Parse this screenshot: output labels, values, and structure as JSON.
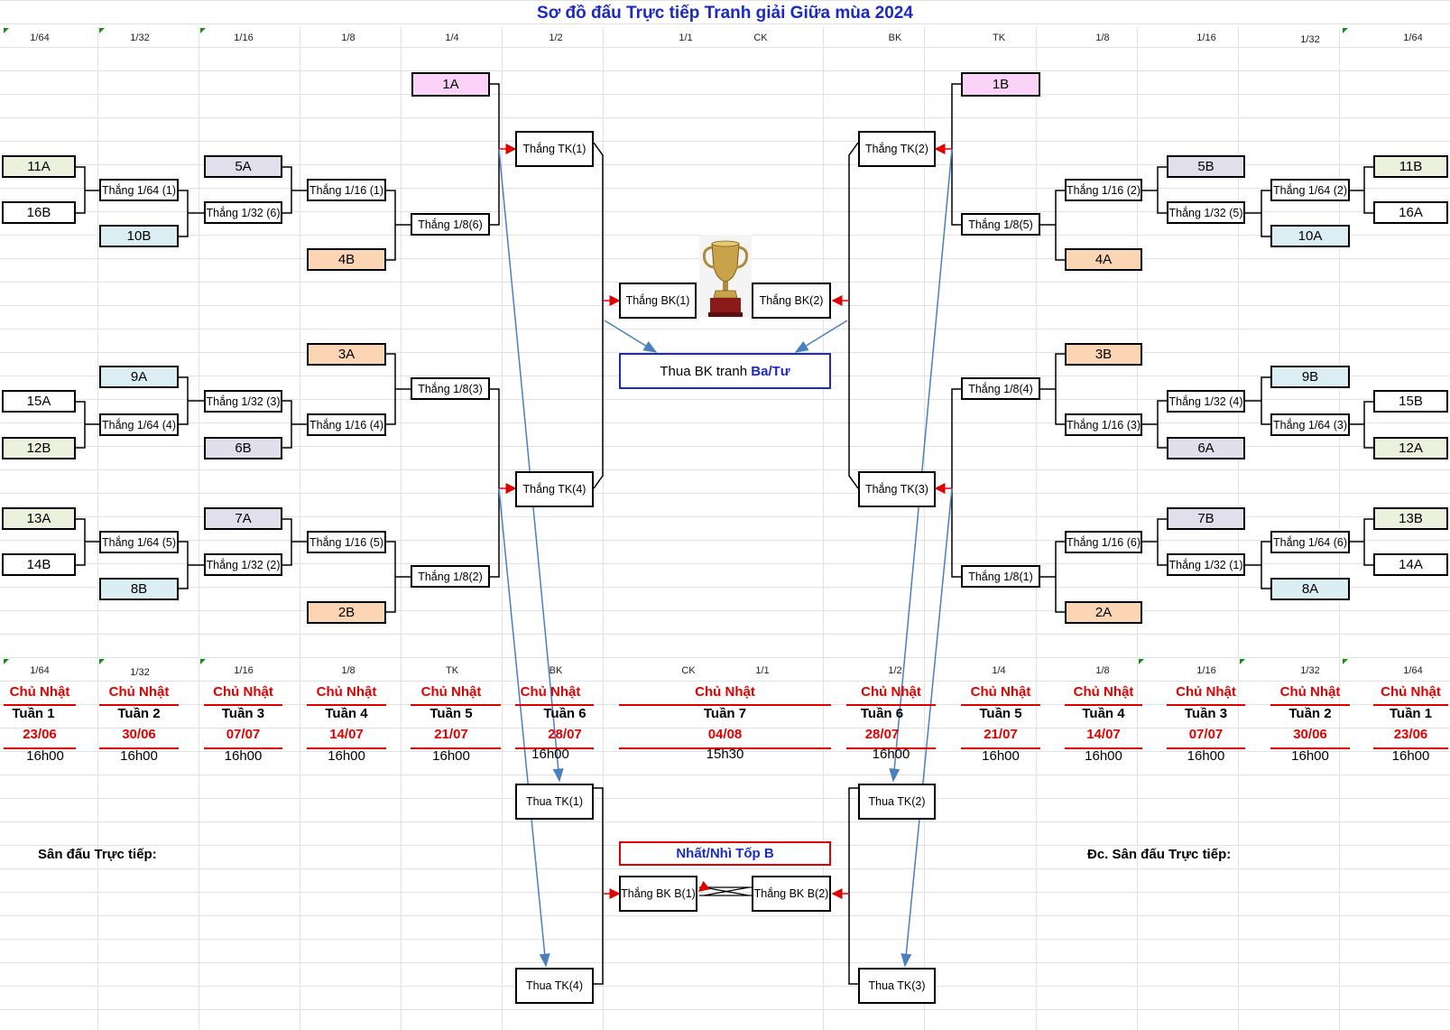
{
  "title": "Sơ đồ đấu Trực tiếp Tranh giải Giữa mùa 2024",
  "top_round_labels": [
    "1/64",
    "1/32",
    "1/16",
    "1/8",
    "1/4",
    "1/2",
    "1/1",
    "CK",
    "BK",
    "TK",
    "1/8",
    "1/16",
    "1/32",
    "1/64"
  ],
  "bottom_round_labels": [
    "1/64",
    "1/32",
    "1/16",
    "1/8",
    "TK",
    "BK",
    "CK",
    "1/1",
    "1/2",
    "1/4",
    "1/8",
    "1/16",
    "1/32",
    "1/64"
  ],
  "teams": {
    "t1A": "1A",
    "t1B": "1B",
    "t11A": "11A",
    "t16B": "16B",
    "t10B": "10B",
    "t5A": "5A",
    "t4B": "4B",
    "t3A": "3A",
    "t9A": "9A",
    "t15A": "15A",
    "t12B": "12B",
    "t6B": "6B",
    "t13A": "13A",
    "t14B": "14B",
    "t7A": "7A",
    "t8B": "8B",
    "t2B": "2B",
    "t11B": "11B",
    "t16A": "16A",
    "t10A": "10A",
    "t5B": "5B",
    "t4A": "4A",
    "t3B": "3B",
    "t9B": "9B",
    "t15B": "15B",
    "t12A": "12A",
    "t6A": "6A",
    "t13B": "13B",
    "t14A": "14A",
    "t7B": "7B",
    "t8A": "8A",
    "t2A": "2A"
  },
  "winners": {
    "w164_1": "Thắng 1/64 (1)",
    "w164_4": "Thắng 1/64 (4)",
    "w164_5": "Thắng 1/64 (5)",
    "w164_2": "Thắng 1/64 (2)",
    "w164_3": "Thắng 1/64 (3)",
    "w164_6": "Thắng 1/64 (6)",
    "w132_6": "Thắng 1/32 (6)",
    "w132_3": "Thắng 1/32 (3)",
    "w132_2": "Thắng 1/32 (2)",
    "w132_5": "Thắng 1/32 (5)",
    "w132_4": "Thắng 1/32 (4)",
    "w132_1": "Thắng 1/32 (1)",
    "w116_1": "Thắng 1/16 (1)",
    "w116_4": "Thắng 1/16 (4)",
    "w116_5": "Thắng 1/16 (5)",
    "w116_2": "Thắng 1/16 (2)",
    "w116_3": "Thắng 1/16 (3)",
    "w116_6": "Thắng 1/16 (6)",
    "w18_6": "Thắng 1/8(6)",
    "w18_3": "Thắng 1/8(3)",
    "w18_2": "Thắng 1/8(2)",
    "w18_5": "Thắng 1/8(5)",
    "w18_4": "Thắng 1/8(4)",
    "w18_1": "Thắng 1/8(1)",
    "wtk1": "Thắng TK(1)",
    "wtk4": "Thắng TK(4)",
    "wtk2": "Thắng TK(2)",
    "wtk3": "Thắng TK(3)",
    "wbk1": "Thắng BK(1)",
    "wbk2": "Thắng BK(2)",
    "ltk1": "Thua TK(1)",
    "ltk4": "Thua TK(4)",
    "ltk2": "Thua TK(2)",
    "ltk3": "Thua TK(3)",
    "wbkb1": "Thắng BK B(1)",
    "wbkb2": "Thắng BK B(2)"
  },
  "third_place": {
    "prefix": "Thua BK tranh ",
    "highlight": "Ba/Tư"
  },
  "group_b": "Nhất/Nhì Tốp B",
  "schedule": [
    {
      "day": "Chủ Nhật",
      "week": "Tuần 1",
      "date": "23/06",
      "time": "16h00"
    },
    {
      "day": "Chủ Nhật",
      "week": "Tuần 2",
      "date": "30/06",
      "time": "16h00"
    },
    {
      "day": "Chủ Nhật",
      "week": "Tuần 3",
      "date": "07/07",
      "time": "16h00"
    },
    {
      "day": "Chủ Nhật",
      "week": "Tuần 4",
      "date": "14/07",
      "time": "16h00"
    },
    {
      "day": "Chủ Nhật",
      "week": "Tuần 5",
      "date": "21/07",
      "time": "16h00"
    },
    {
      "day": "Chủ Nhật",
      "week": "Tuần 6",
      "date": "28/07",
      "time": "16h00"
    },
    {
      "day": "Chủ Nhật",
      "week": "Tuần 7",
      "date": "04/08",
      "time": "15h30"
    },
    {
      "day": "Chủ Nhật",
      "week": "Tuần 6",
      "date": "28/07",
      "time": "16h00"
    },
    {
      "day": "Chủ Nhật",
      "week": "Tuần 5",
      "date": "21/07",
      "time": "16h00"
    },
    {
      "day": "Chủ Nhật",
      "week": "Tuần 4",
      "date": "14/07",
      "time": "16h00"
    },
    {
      "day": "Chủ Nhật",
      "week": "Tuần 3",
      "date": "07/07",
      "time": "16h00"
    },
    {
      "day": "Chủ Nhật",
      "week": "Tuần 2",
      "date": "30/06",
      "time": "16h00"
    },
    {
      "day": "Chủ Nhật",
      "week": "Tuần 1",
      "date": "23/06",
      "time": "16h00"
    }
  ],
  "venue_left": "Sân đấu Trực tiếp:",
  "venue_right": "Đc. Sân đấu Trực tiếp:",
  "icons": {
    "trophy": "trophy-icon"
  },
  "colors": {
    "title": "#1b2bbf",
    "red": "#e00000",
    "pink": "#fbd3f8",
    "green": "#ebf1dd",
    "blue": "#dbeef3",
    "lavender": "#e2dfec",
    "peach": "#fcd5b4",
    "arrow": "#4a7fc0"
  }
}
